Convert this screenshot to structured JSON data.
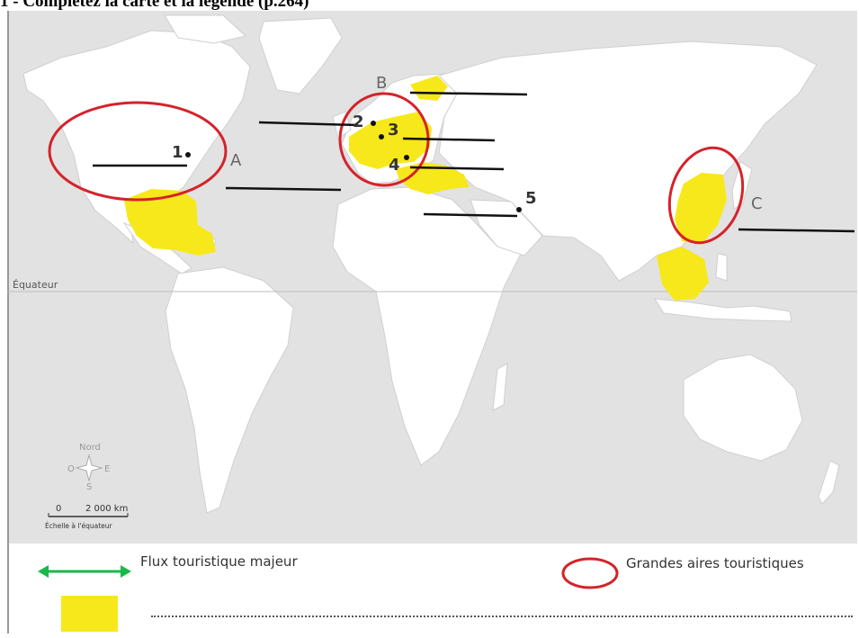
{
  "title": "1 - Complétez la carte et la légende (p.264)",
  "map": {
    "equator_label": "Équateur",
    "compass": {
      "north": "Nord",
      "west": "O",
      "east": "E",
      "south": "S"
    },
    "scale": {
      "zero": "0",
      "distance": "2 000 km",
      "caption": "Échelle à l'équateur"
    },
    "letters": [
      "A",
      "B",
      "C"
    ],
    "points": [
      "1",
      "2",
      "3",
      "4",
      "5"
    ]
  },
  "legend": {
    "flux_label": "Flux touristique majeur",
    "aires_label": "Grandes aires touristiques",
    "empty_label": ""
  },
  "colors": {
    "ocean": "#e2e2e2",
    "land": "#ffffff",
    "tourist_zone": "#f7e81b",
    "circle": "#d5222a",
    "arrow": "#19b84a"
  }
}
